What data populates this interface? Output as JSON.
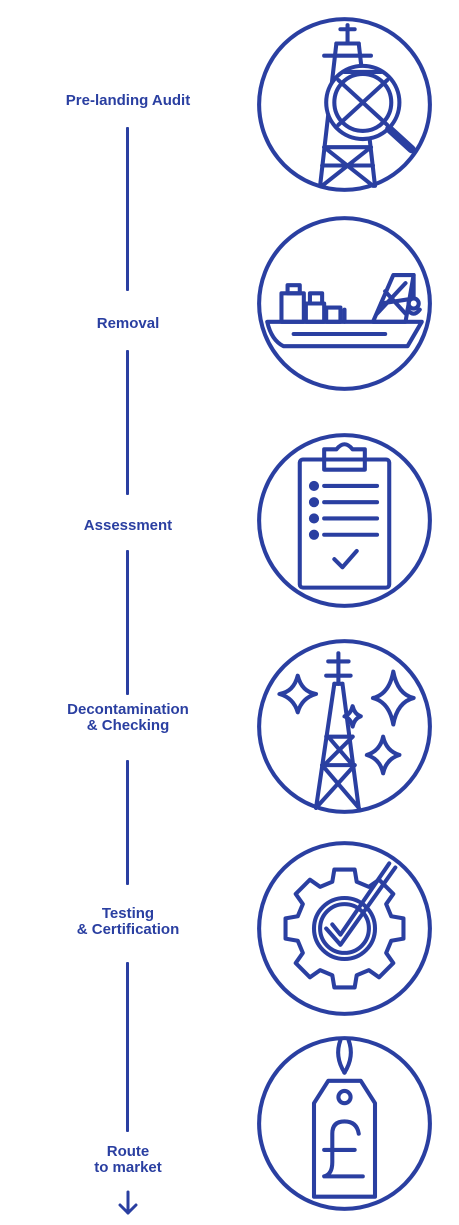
{
  "steps": [
    {
      "lines": [
        "Pre-landing Audit"
      ],
      "icon": "oil-rig-magnifier-icon"
    },
    {
      "lines": [
        "Removal"
      ],
      "icon": "crane-vessel-icon"
    },
    {
      "lines": [
        "Assessment"
      ],
      "icon": "clipboard-checklist-icon"
    },
    {
      "lines": [
        "Decontamination",
        "& Checking"
      ],
      "icon": "clean-rig-sparkle-icon"
    },
    {
      "lines": [
        "Testing",
        "& Certification"
      ],
      "icon": "gear-checkmark-icon"
    },
    {
      "lines": [
        "Route",
        "to market"
      ],
      "icon": "price-tag-pound-icon"
    }
  ],
  "colors": {
    "primary": "#2a3fa1"
  }
}
